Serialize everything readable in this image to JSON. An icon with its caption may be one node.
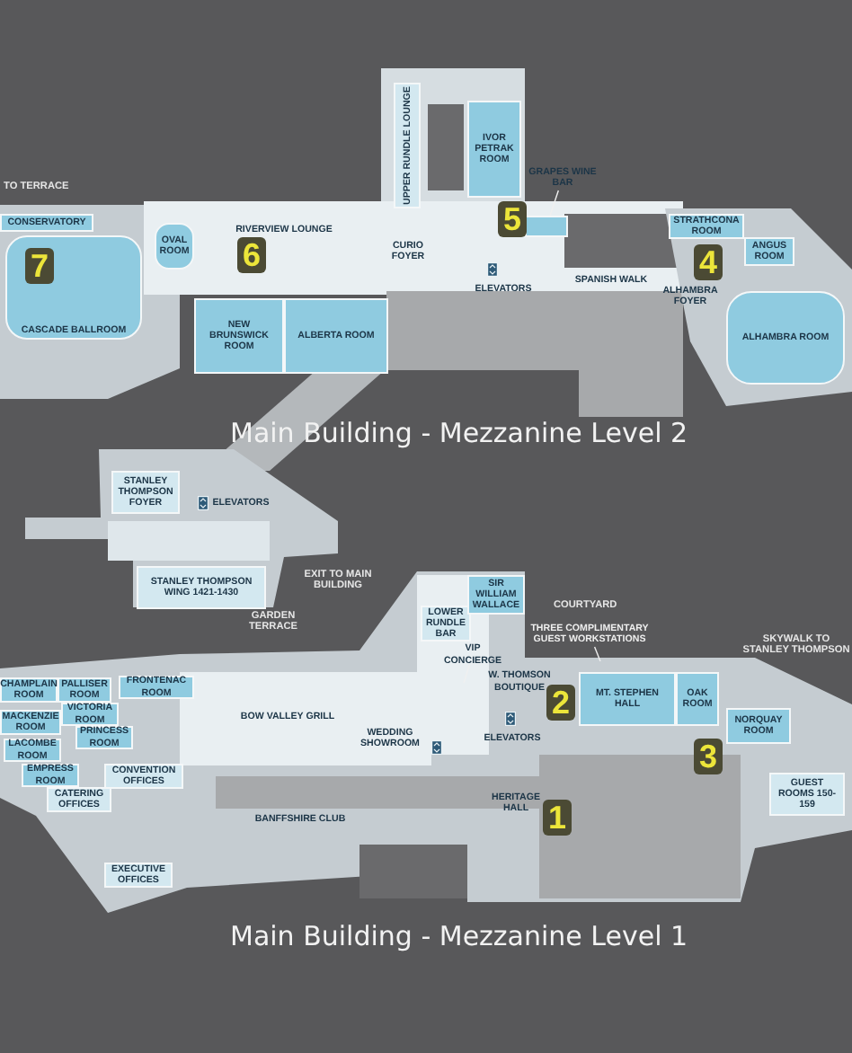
{
  "diagram": {
    "nodes": [
      {
        "text": [
          "UPPER RUNDLE LOUNGE"
        ]
      },
      {
        "text": [
          "IVOR PETRAK ROOM"
        ]
      },
      {
        "text": [
          "GRAPES WINE BAR"
        ]
      },
      {
        "text": [],
        "shape": "box"
      },
      {
        "text": [
          "CURIO FOYER"
        ]
      },
      {
        "text": [
          "ELEVATORS"
        ]
      },
      {
        "text": [
          "SPANISH WALK"
        ]
      },
      {
        "text": [
          "STRATHCONA ROOM"
        ]
      },
      {
        "text": [
          "ANGUS ROOM"
        ]
      },
      {
        "text": [
          "ALHAMBRA FOYER"
        ]
      },
      {
        "text": [
          "ALHAMBRA ROOM"
        ]
      },
      {
        "text": [
          "RIVERVIEW LOUNGE"
        ]
      },
      {
        "text": [
          "OVAL ROOM"
        ]
      },
      {
        "text": [
          "CONSERVATORY"
        ]
      },
      {
        "text": [
          "CASCADE BALLROOM"
        ]
      },
      {
        "text": [
          "NEW BRUNSWICK ROOM"
        ]
      },
      {
        "text": [
          "ALBERTA ROOM"
        ]
      },
      {
        "text": [
          "STANLEY THOMPSON FOYER"
        ]
      },
      {
        "text": [
          "ELEVATORS"
        ]
      },
      {
        "text": [
          "STANLEY THOMPSON WING 1421-1430"
        ]
      },
      {
        "text": [
          "CHAMPLAIN ROOM"
        ]
      },
      {
        "text": [
          "PALLISER ROOM"
        ]
      },
      {
        "text": [
          "VICTORIA ROOM"
        ]
      },
      {
        "text": [
          "PRINCESS ROOM"
        ]
      },
      {
        "text": [
          "MACKENZIE ROOM"
        ]
      },
      {
        "text": [
          "LACOMBE ROOM"
        ]
      },
      {
        "text": [
          "EMPRESS ROOM"
        ]
      },
      {
        "text": [
          "FRONTENAC ROOM"
        ]
      },
      {
        "text": [
          "CONVENTION OFFICES"
        ]
      },
      {
        "text": [
          "CATERING OFFICES"
        ]
      },
      {
        "text": [
          "EXECUTIVE OFFICES"
        ]
      },
      {
        "text": [
          "BOW VALLEY GRILL"
        ]
      },
      {
        "text": [
          "WEDDING SHOWROOM"
        ]
      },
      {
        "text": [
          "BANFFSHIRE CLUB"
        ]
      },
      {
        "text": [
          "LOWER RUNDLE BAR"
        ]
      },
      {
        "text": [
          "SIR WILLIAM WALLACE"
        ]
      },
      {
        "text": [
          "VIP CONCIERGE"
        ]
      },
      {
        "text": [
          "W. THOMSON BOUTIQUE"
        ]
      },
      {
        "text": [
          "ELEVATORS"
        ]
      },
      {
        "text": [
          "MT. STEPHEN HALL"
        ]
      },
      {
        "text": [
          "OAK ROOM"
        ]
      },
      {
        "text": [
          "NORQUAY ROOM"
        ]
      },
      {
        "text": [
          "HERITAGE HALL"
        ]
      },
      {
        "text": [
          "GUEST ROOMS 150-159"
        ]
      },
      {
        "text": [
          "THREE COMPLIMENTARY GUEST WORKSTATIONS"
        ]
      }
    ],
    "edges": [
      {
        "from": 2,
        "to": 3,
        "arrow": "none"
      },
      {
        "from": 36,
        "to": null,
        "arrow": "none"
      },
      {
        "from": 44,
        "to": null,
        "arrow": "none"
      }
    ],
    "labels": [
      "TO TERRACE",
      "7",
      "6",
      "5",
      "4",
      "Main Building - Mezzanine Level 2",
      "EXIT TO MAIN BUILDING",
      "GARDEN TERRACE",
      "COURTYARD",
      "SKYWALK TO STANLEY THOMPSON",
      "2",
      "3",
      "1",
      "Main Building - Mezzanine Level 1"
    ]
  }
}
